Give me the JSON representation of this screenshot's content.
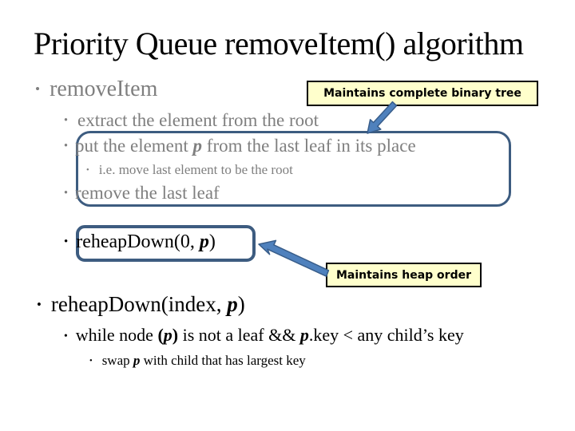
{
  "title": "Priority Queue removeItem() algorithm",
  "colors": {
    "background": "#ffffff",
    "text_gray": "#7f7f7f",
    "text_black": "#000000",
    "callout_bg": "#ffffcc",
    "callout_border": "#000000",
    "box_border": "#3d5c80",
    "arrow_fill": "#4f81bd",
    "arrow_stroke": "#385d8a"
  },
  "content": {
    "bullet": "•",
    "l1": "removeItem",
    "extract": "extract the element from the root",
    "put": {
      "pre": "put the element ",
      "p": "p",
      "post": " from the last leaf in its place"
    },
    "ie": "i.e. move last element to be the root",
    "removeLeaf": "remove the last leaf",
    "reheap0": {
      "pre": "reheapDown(0, ",
      "p": "p",
      "post": ")"
    },
    "reheapIndex": {
      "pre": "reheapDown(index, ",
      "p": "p",
      "post": ")"
    },
    "whileLine": {
      "s1": "while node ",
      "b1": "(",
      "p1": "p",
      "b2": ")",
      "s2": " is not a leaf && ",
      "p2": "p",
      "s3": ".key < any child’s key"
    },
    "swapLine": {
      "s1": "swap ",
      "p": "p",
      "s2": " with child that has largest key"
    }
  },
  "callouts": {
    "binaryTree": "Maintains complete binary tree",
    "heapOrder": "Maintains heap order"
  }
}
